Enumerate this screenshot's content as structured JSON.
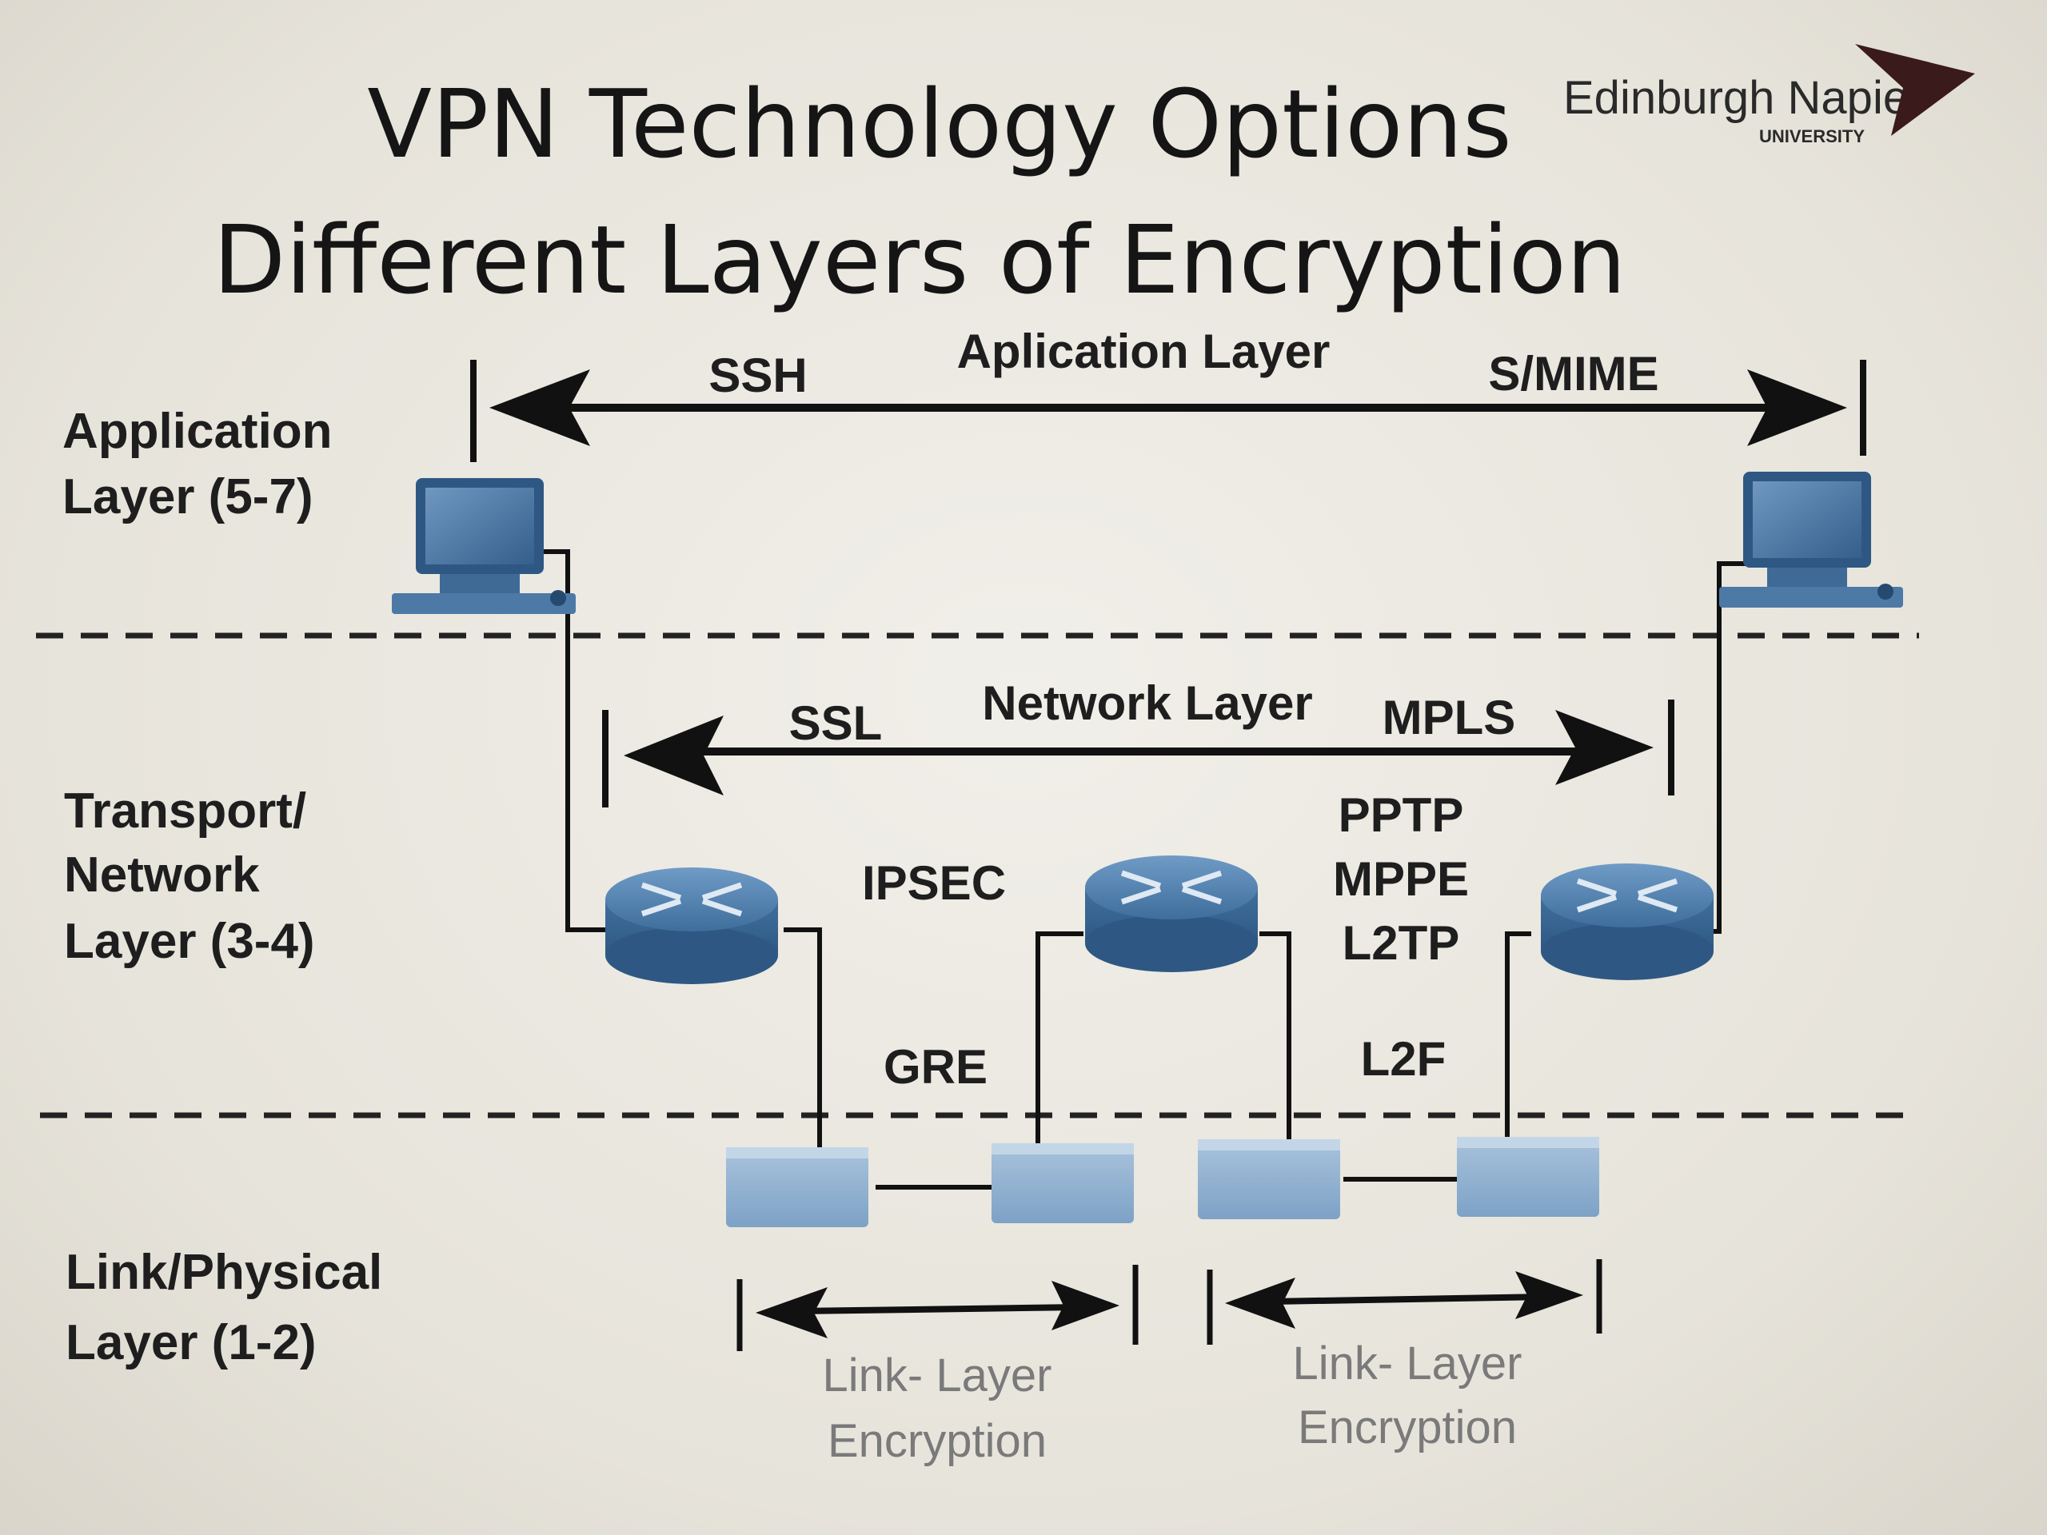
{
  "title": {
    "line1": "VPN Technology Options",
    "line2": "Different Layers of Encryption"
  },
  "logo": {
    "name": "Edinburgh Napier",
    "sub": "UNIVERSITY"
  },
  "layers": {
    "application": [
      "Application",
      "Layer (5-7)"
    ],
    "transport": [
      "Transport/",
      "Network",
      "Layer (3-4)"
    ],
    "link": [
      "Link/Physical",
      "Layer (1-2)"
    ]
  },
  "app_arrow": {
    "left": "SSH",
    "center": "Aplication Layer",
    "right": "S/MIME"
  },
  "net_arrow": {
    "left": "SSL",
    "center": "Network Layer",
    "right": "MPLS"
  },
  "protocols": {
    "ipsec": "IPSEC",
    "pptp": "PPTP",
    "mppe": "MPPE",
    "l2tp": "L2TP",
    "gre": "GRE",
    "l2f": "L2F"
  },
  "link_encryption": [
    [
      "Link- Layer",
      "Encryption"
    ],
    [
      "Link- Layer",
      "Encryption"
    ]
  ],
  "colors": {
    "device_blue": "#4f7fae",
    "switch_blue": "#8fb0cf",
    "text": "#1e1e1e"
  }
}
